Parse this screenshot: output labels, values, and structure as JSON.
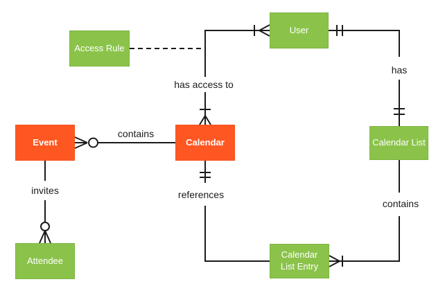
{
  "diagram": {
    "entities": [
      {
        "id": "access-rule",
        "label": "Access Rule",
        "color": "#8BC34A"
      },
      {
        "id": "user",
        "label": "User",
        "color": "#8BC34A"
      },
      {
        "id": "event",
        "label": "Event",
        "color": "#FF5722"
      },
      {
        "id": "calendar",
        "label": "Calendar",
        "color": "#FF5722"
      },
      {
        "id": "calendar-list",
        "label": "Calendar List",
        "color": "#8BC34A"
      },
      {
        "id": "attendee",
        "label": "Attendee",
        "color": "#8BC34A"
      },
      {
        "id": "calendar-list-entry",
        "label": "Calendar List Entry",
        "color": "#8BC34A"
      }
    ],
    "relationships": [
      {
        "id": "has-access-to",
        "label": "has access to",
        "from": "Calendar",
        "to": "User",
        "from_marker": "one-or-many",
        "to_marker": "one-or-many",
        "style": "solid"
      },
      {
        "id": "contains-events",
        "label": "contains",
        "from": "Calendar",
        "to": "Event",
        "from_marker": "none",
        "to_marker": "zero-or-many",
        "style": "solid"
      },
      {
        "id": "invites",
        "label": "invites",
        "from": "Event",
        "to": "Attendee",
        "from_marker": "none",
        "to_marker": "zero-or-many",
        "style": "solid"
      },
      {
        "id": "has",
        "label": "has",
        "from": "User",
        "to": "Calendar List",
        "from_marker": "one-and-only-one",
        "to_marker": "one-and-only-one",
        "style": "solid"
      },
      {
        "id": "references",
        "label": "references",
        "from": "Calendar",
        "to": "Calendar List Entry",
        "from_marker": "one-and-only-one",
        "to_marker": "none",
        "style": "solid"
      },
      {
        "id": "contains-entries",
        "label": "contains",
        "from": "Calendar List",
        "to": "Calendar List Entry",
        "from_marker": "none",
        "to_marker": "one-or-many",
        "style": "solid"
      },
      {
        "id": "access-rule-link",
        "label": "",
        "from": "Access Rule",
        "to": "has-access-to line",
        "from_marker": "none",
        "to_marker": "none",
        "style": "dashed"
      }
    ]
  },
  "colors": {
    "entity_orange": "#FF5722",
    "entity_green": "#8BC34A",
    "line": "#1A1A1A",
    "label_text": "#1A1A1A",
    "entity_text": "#FFFFFF",
    "background": "#FFFFFF"
  }
}
